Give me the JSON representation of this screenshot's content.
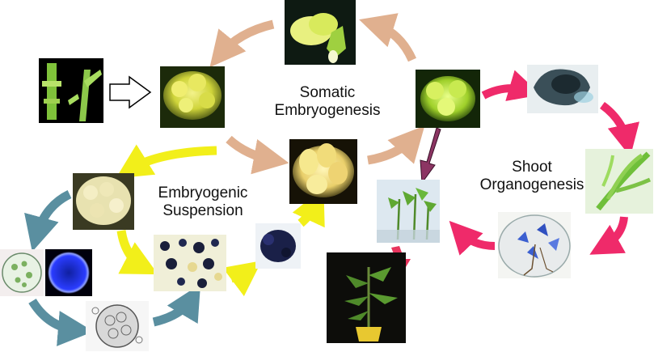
{
  "labels": {
    "somatic_line1": "Somatic",
    "somatic_line2": "Embryogenesis",
    "suspension_line1": "Embryogenic",
    "suspension_line2": "Suspension",
    "shoot_line1": "Shoot",
    "shoot_line2": "Organogenesis"
  },
  "colors": {
    "somatic_arrow": "#e0b08f",
    "suspension_arrow": "#f2ef1a",
    "organogenesis_arrow": "#ef2a6a",
    "protoplast_arrow": "#5a8fa0",
    "transfer_arrow": "#8c3563",
    "transfer_arrow_red": "#e8345d",
    "start_arrow_outline": "#000000"
  },
  "photos": [
    {
      "id": "explant",
      "icon": "stem-explant-icon"
    },
    {
      "id": "callus-top-left",
      "icon": "callus-icon"
    },
    {
      "id": "embryo-top",
      "icon": "embryo-icon"
    },
    {
      "id": "callus-center",
      "icon": "embryo-cluster-icon"
    },
    {
      "id": "cotyledon-right",
      "icon": "cotyledon-icon"
    },
    {
      "id": "stained-callus",
      "icon": "stained-tissue-icon"
    },
    {
      "id": "shoot-culture",
      "icon": "shoot-icon"
    },
    {
      "id": "petri-dish",
      "icon": "petri-dish-icon"
    },
    {
      "id": "plantlets",
      "icon": "plantlet-icon"
    },
    {
      "id": "potted-plant",
      "icon": "potted-plant-icon"
    },
    {
      "id": "friable-callus",
      "icon": "friable-callus-icon"
    },
    {
      "id": "suspension-culture",
      "icon": "suspension-icon"
    },
    {
      "id": "blue-aggregate",
      "icon": "aggregate-icon"
    },
    {
      "id": "protoplast",
      "icon": "protoplast-icon"
    },
    {
      "id": "protoplast-fluorescent",
      "icon": "fluorescent-cell-icon"
    },
    {
      "id": "microcolony",
      "icon": "microcolony-icon"
    }
  ]
}
